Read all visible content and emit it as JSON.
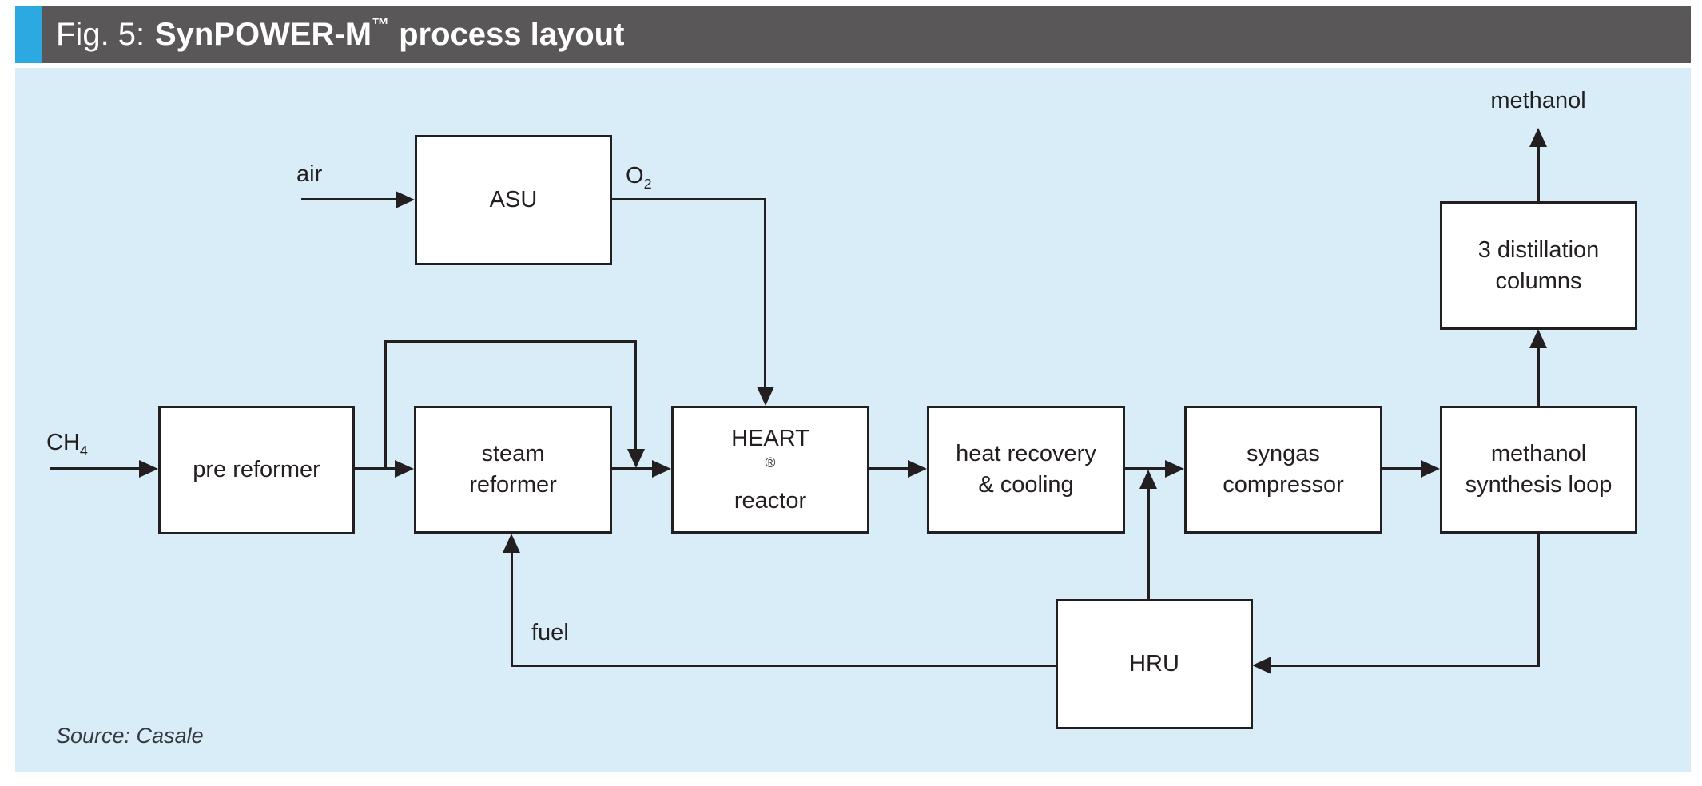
{
  "header": {
    "prefix": "Fig. 5:",
    "title_bold": "SynPOWER-M",
    "trademark": "™",
    "title_rest": "process layout"
  },
  "colors": {
    "accent": "#2BA9E0",
    "header_bg": "#595757",
    "header_text": "#FFFFFF",
    "panel_bg": "#D8EDF8",
    "line": "#231F20",
    "box_fill": "#FFFFFF"
  },
  "boxes": {
    "asu": "ASU",
    "pre_reformer": "pre reformer",
    "steam_reformer_l1": "steam",
    "steam_reformer_l2": "reformer",
    "heart_l1": "HEART",
    "heart_reg": "®",
    "heart_l2": "reactor",
    "heat_recovery_l1": "heat recovery",
    "heat_recovery_l2": "& cooling",
    "syngas_l1": "syngas",
    "syngas_l2": "compressor",
    "methanol_loop_l1": "methanol",
    "methanol_loop_l2": "synthesis loop",
    "distillation_l1": "3 distillation",
    "distillation_l2": "columns",
    "hru": "HRU"
  },
  "streams": {
    "air": "air",
    "o2_base": "O",
    "o2_sub": "2",
    "ch4_base": "CH",
    "ch4_sub": "4",
    "fuel": "fuel",
    "methanol": "methanol"
  },
  "source": "Source: Casale"
}
